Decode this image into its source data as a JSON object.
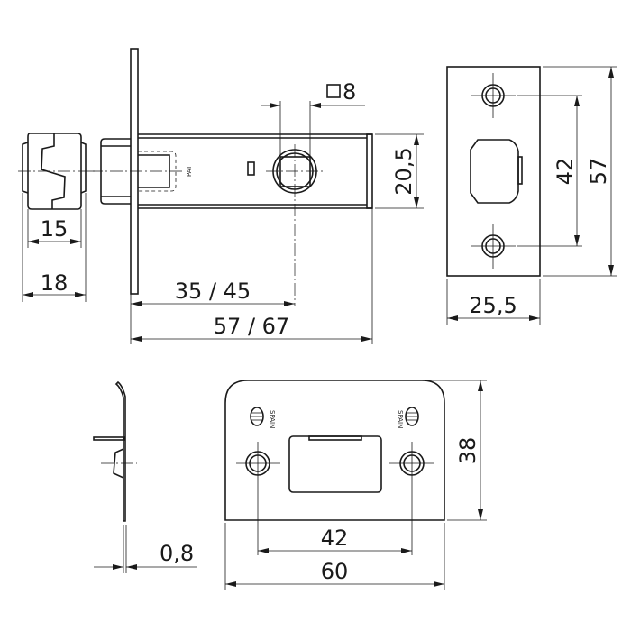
{
  "diagram": {
    "subject": "tubular latch with strike plate - dimension drawing",
    "stroke_color": "#1a1a1a",
    "background": "#ffffff"
  },
  "end_view": {
    "dims": {
      "inner_width": "15",
      "outer_width": "18"
    }
  },
  "side_view": {
    "marking": "PAT",
    "dims": {
      "spindle_square": "8",
      "case_height": "20,5",
      "backset": "35 / 45",
      "overall_length": "57 / 67"
    }
  },
  "faceplate_view": {
    "dims": {
      "hole_spacing": "42",
      "height": "57",
      "width": "25,5"
    }
  },
  "strike_profile_view": {
    "dims": {
      "thickness": "0,8"
    }
  },
  "strike_plate_view": {
    "logo_text_left": "SPAIN",
    "logo_text_right": "SPAIN",
    "dims": {
      "height": "38",
      "hole_spacing": "42",
      "width": "60"
    }
  }
}
